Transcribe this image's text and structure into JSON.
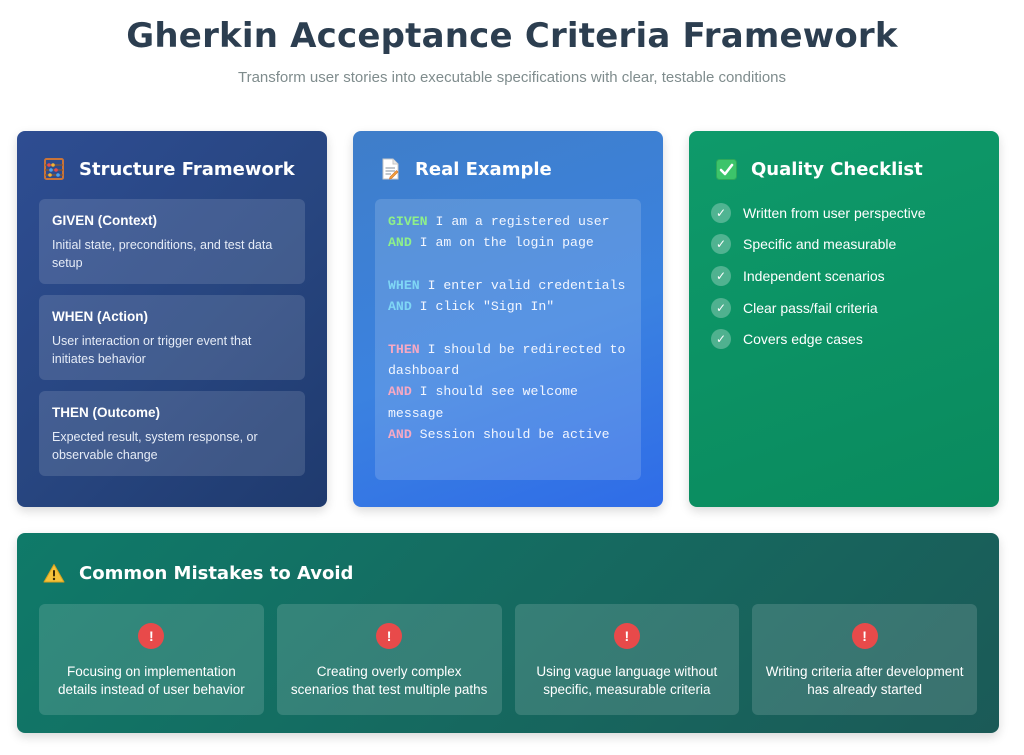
{
  "header": {
    "title": "Gherkin Acceptance Criteria Framework",
    "subtitle": "Transform user stories into executable specifications with clear, testable conditions"
  },
  "structure": {
    "title": "Structure Framework",
    "icon": "abacus-icon",
    "steps": [
      {
        "title": "GIVEN (Context)",
        "desc": "Initial state, preconditions, and test data setup"
      },
      {
        "title": "WHEN (Action)",
        "desc": "User interaction or trigger event that initiates behavior"
      },
      {
        "title": "THEN (Outcome)",
        "desc": "Expected result, system response, or observable change"
      }
    ]
  },
  "example": {
    "title": "Real Example",
    "icon": "memo-icon",
    "lines": [
      {
        "kw": "GIVEN",
        "text": " I am a registered user"
      },
      {
        "kw": "AND",
        "text": " I am on the login page"
      },
      {
        "kw": "WHEN",
        "text": " I enter valid credentials"
      },
      {
        "kw": "AND",
        "text": " I click \"Sign In\""
      },
      {
        "kw": "THEN",
        "text": " I should be redirected to dashboard"
      },
      {
        "kw": "AND",
        "text": " I should see welcome message"
      },
      {
        "kw": "AND",
        "text": " Session should be active"
      }
    ],
    "colors": {
      "given": "#8ef08a",
      "when": "#7fd6f5",
      "then": "#f6a9c4"
    }
  },
  "quality": {
    "title": "Quality Checklist",
    "icon": "check-box-icon",
    "items": [
      "Written from user perspective",
      "Specific and measurable",
      "Independent scenarios",
      "Clear pass/fail criteria",
      "Covers edge cases"
    ],
    "check_glyph": "✓"
  },
  "mistakes": {
    "title": "Common Mistakes to Avoid",
    "icon": "warning-icon",
    "alert_glyph": "!",
    "items": [
      "Focusing on implementation details instead of user behavior",
      "Creating overly complex scenarios that test multiple paths",
      "Using vague language without specific, measurable criteria",
      "Writing criteria after development has already started"
    ]
  }
}
